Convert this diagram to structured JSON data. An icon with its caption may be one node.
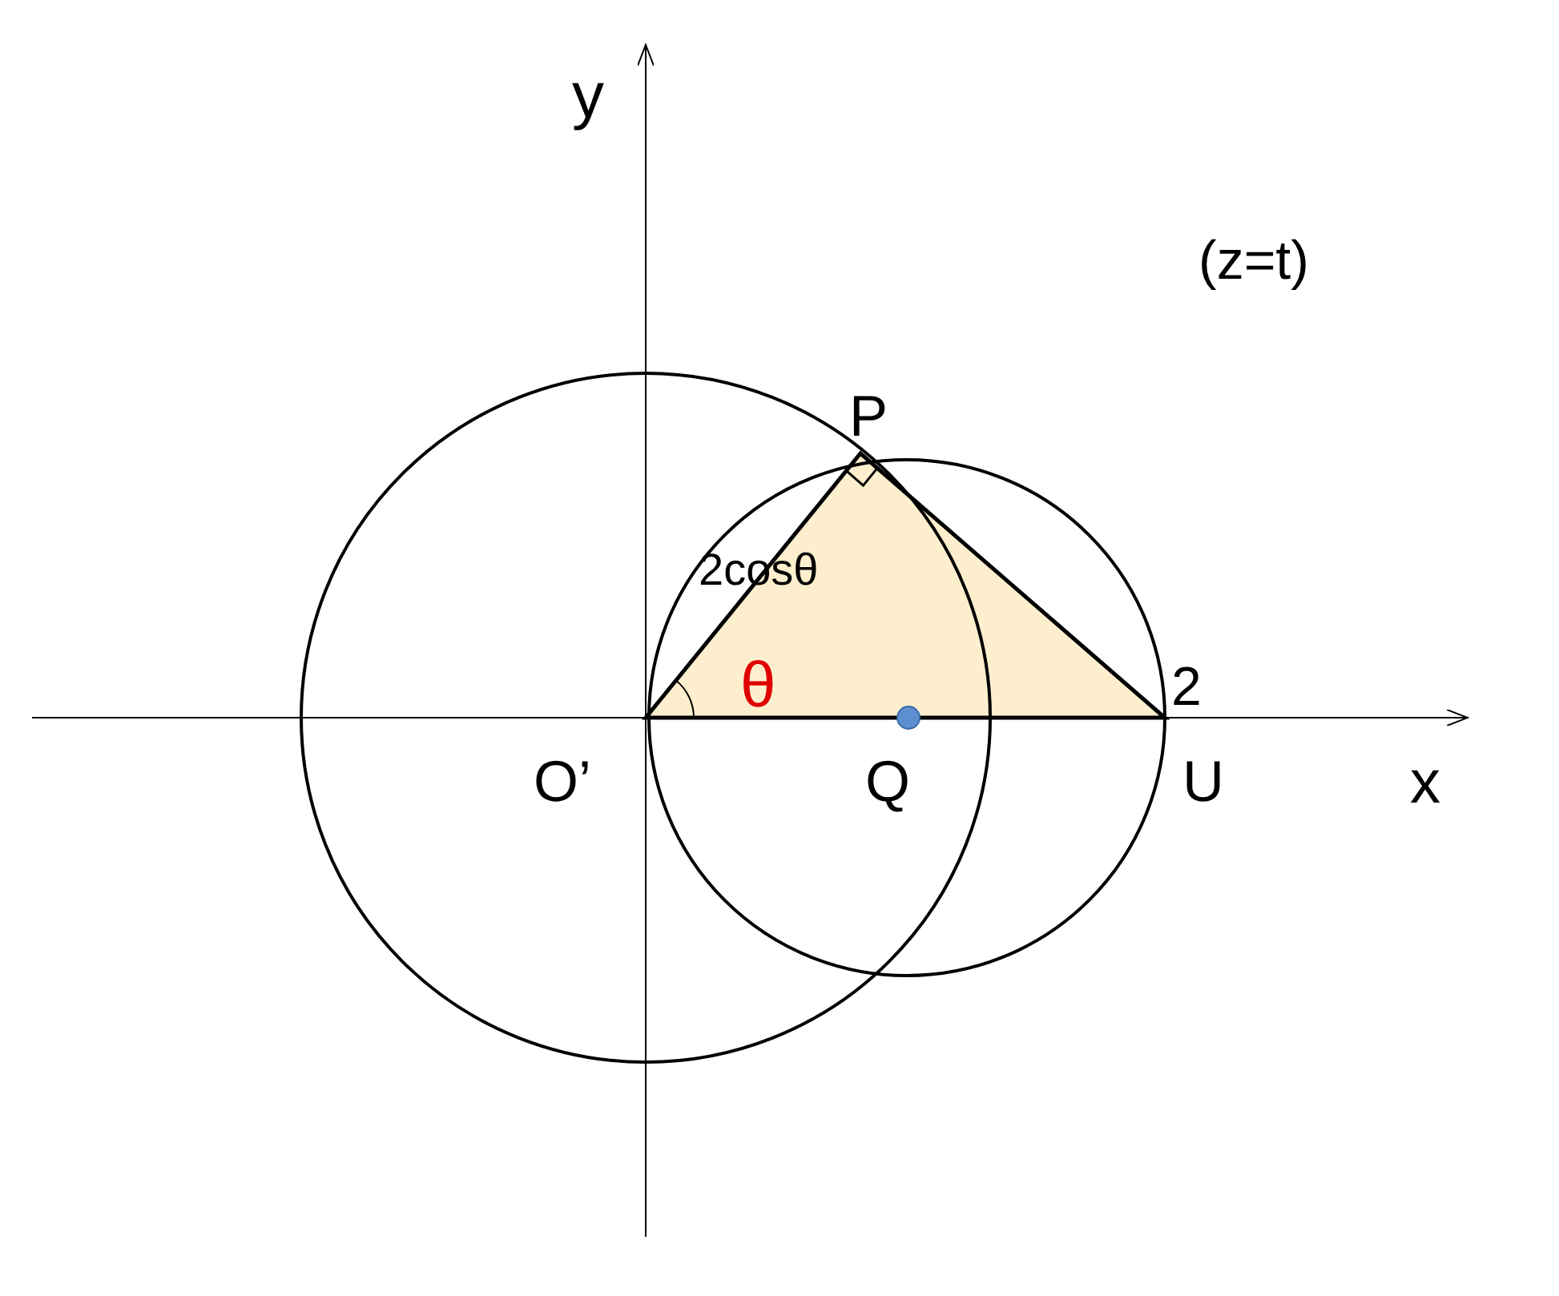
{
  "diagram": {
    "labels": [
      "y",
      "(z=t)",
      "P",
      "2cosθ",
      "θ",
      "2",
      "O’",
      "Q",
      "U",
      "x"
    ]
  }
}
